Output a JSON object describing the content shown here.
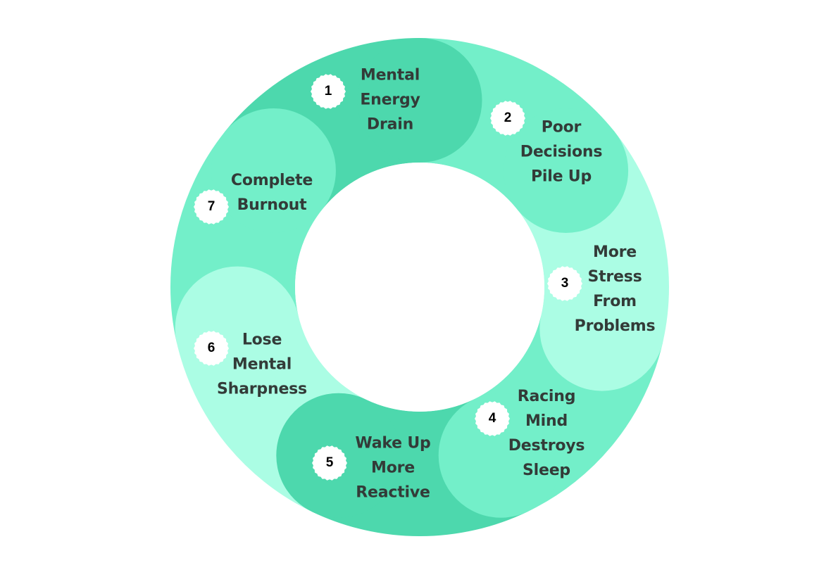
{
  "diagram": {
    "type": "cycle",
    "colors": {
      "dark": "#4dd8ad",
      "medium": "#73efc9",
      "light": "#abfde4",
      "text": "#333b38",
      "badge": "#ffffff"
    },
    "steps": [
      {
        "number": "1",
        "lines": [
          "Mental",
          "Energy",
          "Drain"
        ],
        "shade": "dark"
      },
      {
        "number": "2",
        "lines": [
          "Poor",
          "Decisions",
          "Pile Up"
        ],
        "shade": "medium"
      },
      {
        "number": "3",
        "lines": [
          "More",
          "Stress",
          "From",
          "Problems"
        ],
        "shade": "light"
      },
      {
        "number": "4",
        "lines": [
          "Racing",
          "Mind",
          "Destroys",
          "Sleep"
        ],
        "shade": "medium"
      },
      {
        "number": "5",
        "lines": [
          "Wake Up",
          "More",
          "Reactive"
        ],
        "shade": "dark"
      },
      {
        "number": "6",
        "lines": [
          "Lose",
          "Mental",
          "Sharpness"
        ],
        "shade": "light"
      },
      {
        "number": "7",
        "lines": [
          "Complete",
          "Burnout"
        ],
        "shade": "medium"
      }
    ]
  }
}
